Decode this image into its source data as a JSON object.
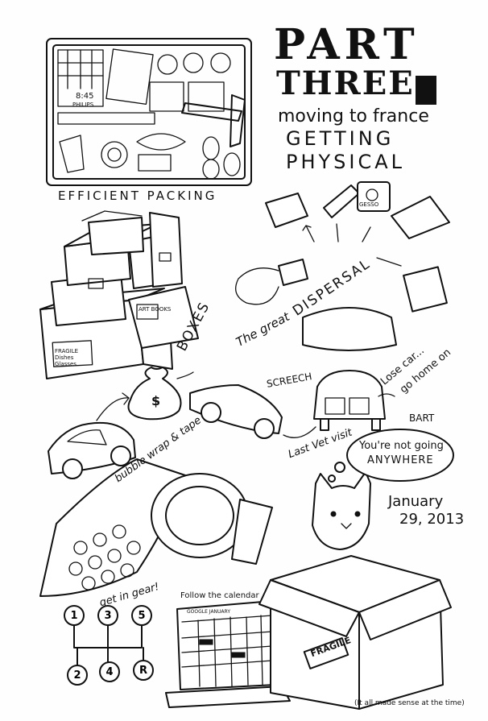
{
  "title": {
    "part": "PART",
    "three": "THREE",
    "subtitle": "moving to france",
    "getting": "GETTING",
    "physical": "PHYSICAL"
  },
  "sections": {
    "efficient_packing": "EFFICIENT PACKING",
    "boxes": "BOXES",
    "great_dispersal_prefix": "The great",
    "great_dispersal": "DISPERSAL",
    "bubble_wrap": "bubble wrap & tape",
    "get_in_gear": "get in gear!",
    "follow_calendar": "Follow the calendar",
    "last_vet_visit": "Last Vet visit",
    "lose_car": "Lose car...",
    "go_home_on": "go home on",
    "bart": "BART",
    "screech": "SCREECH",
    "date_line1": "January",
    "date_line2": "29, 2013",
    "footnote": "(It all made sense at the time)"
  },
  "cat_thought": {
    "line1": "You're not going",
    "line2": "ANYWHERE"
  },
  "labels": {
    "philips": "PHILIPS",
    "clock_time": "8:45",
    "art_books": "ART BOOKS",
    "fragile_dishes": "FRAGILE Dishes Glasses",
    "fragile": "FRAGILE",
    "gesso": "GESSO",
    "google_calendar": "GOOGLE JANUARY",
    "dollar": "$"
  },
  "gears": [
    "1",
    "3",
    "5",
    "2",
    "4",
    "R"
  ]
}
